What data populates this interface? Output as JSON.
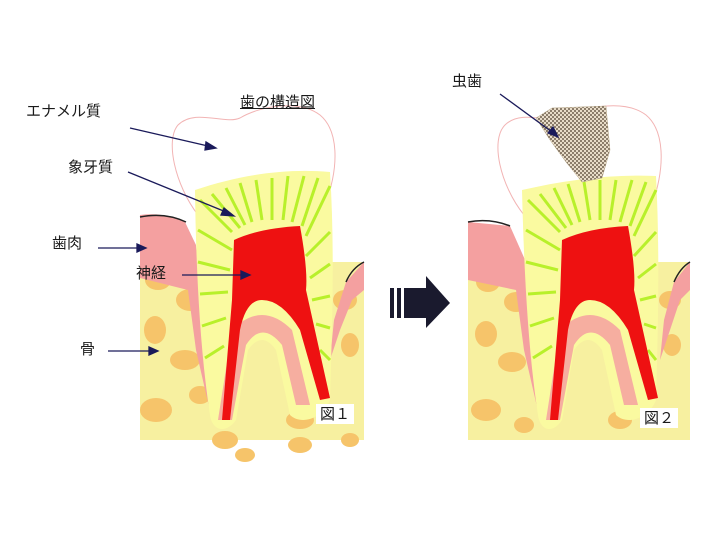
{
  "title": "歯の構造図",
  "labels": {
    "enamel": "エナメル質",
    "dentin": "象牙質",
    "gum": "歯肉",
    "nerve": "神経",
    "bone": "骨",
    "caries": "虫歯"
  },
  "figures": {
    "fig1": "図１",
    "fig2": "図２"
  },
  "colors": {
    "pulp": "#ee1111",
    "dentin": "#fafaa0",
    "tubules": "#b8f02a",
    "gum": "#f4a0a0",
    "bone": "#f7f0a0",
    "bone_spots": "#f6c46a",
    "enamel_outline": "#f2b4b4",
    "label_ink": "#1a1a1a",
    "arrow": "#1a1a2e"
  },
  "icons": {
    "transition": "right-arrow-icon"
  }
}
